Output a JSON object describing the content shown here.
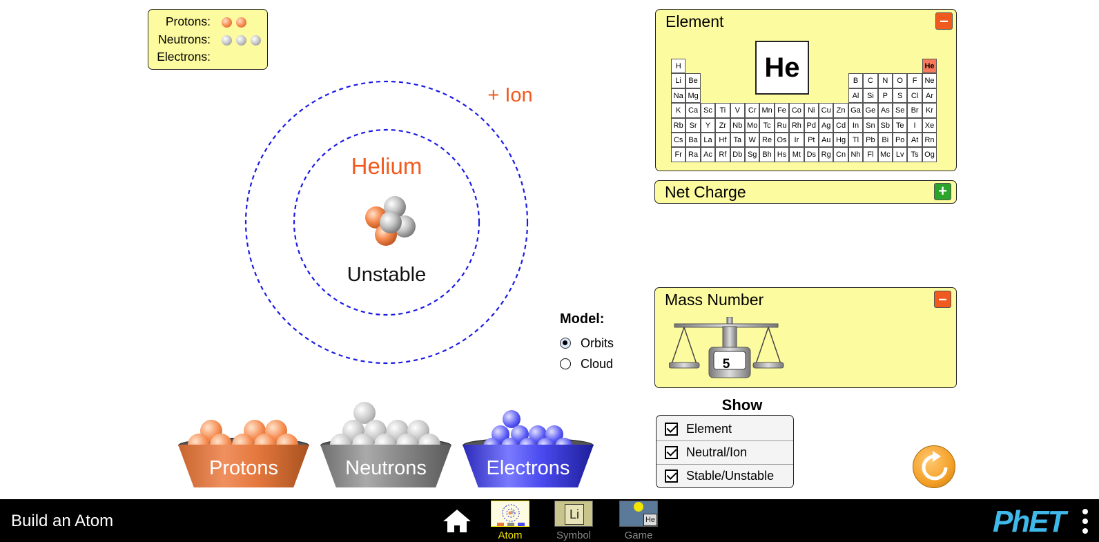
{
  "counts": {
    "protons_label": "Protons:",
    "neutrons_label": "Neutrons:",
    "electrons_label": "Electrons:",
    "protons": 2,
    "neutrons": 3,
    "electrons": 0
  },
  "atom": {
    "element_name": "Helium",
    "stability": "Unstable",
    "ion_label": "+ Ion"
  },
  "buckets": {
    "protons": "Protons",
    "neutrons": "Neutrons",
    "electrons": "Electrons"
  },
  "model": {
    "title": "Model:",
    "options": [
      "Orbits",
      "Cloud"
    ],
    "selected": "Orbits"
  },
  "element_panel": {
    "title": "Element",
    "symbol": "He",
    "active_element": "He",
    "collapse_icon": "minus-icon"
  },
  "periodic_table": {
    "rows": [
      [
        "H",
        "",
        "",
        "",
        "",
        "",
        "",
        "",
        "",
        "",
        "",
        "",
        "",
        "",
        "",
        "",
        "",
        "He"
      ],
      [
        "Li",
        "Be",
        "",
        "",
        "",
        "",
        "",
        "",
        "",
        "",
        "",
        "",
        "B",
        "C",
        "N",
        "O",
        "F",
        "Ne"
      ],
      [
        "Na",
        "Mg",
        "",
        "",
        "",
        "",
        "",
        "",
        "",
        "",
        "",
        "",
        "Al",
        "Si",
        "P",
        "S",
        "Cl",
        "Ar"
      ],
      [
        "K",
        "Ca",
        "Sc",
        "Ti",
        "V",
        "Cr",
        "Mn",
        "Fe",
        "Co",
        "Ni",
        "Cu",
        "Zn",
        "Ga",
        "Ge",
        "As",
        "Se",
        "Br",
        "Kr"
      ],
      [
        "Rb",
        "Sr",
        "Y",
        "Zr",
        "Nb",
        "Mo",
        "Tc",
        "Ru",
        "Rh",
        "Pd",
        "Ag",
        "Cd",
        "In",
        "Sn",
        "Sb",
        "Te",
        "I",
        "Xe"
      ],
      [
        "Cs",
        "Ba",
        "La",
        "Hf",
        "Ta",
        "W",
        "Re",
        "Os",
        "Ir",
        "Pt",
        "Au",
        "Hg",
        "Tl",
        "Pb",
        "Bi",
        "Po",
        "At",
        "Rn"
      ],
      [
        "Fr",
        "Ra",
        "Ac",
        "Rf",
        "Db",
        "Sg",
        "Bh",
        "Hs",
        "Mt",
        "Ds",
        "Rg",
        "Cn",
        "Nh",
        "Fl",
        "Mc",
        "Lv",
        "Ts",
        "Og"
      ]
    ]
  },
  "net_charge": {
    "title": "Net Charge",
    "expand_icon": "plus-icon"
  },
  "mass_panel": {
    "title": "Mass Number",
    "value": "5",
    "collapse_icon": "minus-icon"
  },
  "show": {
    "title": "Show",
    "items": [
      "Element",
      "Neutral/Ion",
      "Stable/Unstable"
    ],
    "checked": [
      true,
      true,
      true
    ]
  },
  "navbar": {
    "app_title": "Build an Atom",
    "tabs": [
      "Atom",
      "Symbol",
      "Game"
    ],
    "active_tab": "Atom",
    "symbol_thumb_text": "Li",
    "game_thumb_text": "He",
    "logo": "PhET"
  },
  "colors": {
    "proton": "#f58a4e",
    "neutron": "#c4c4c4",
    "electron": "#5a5af5",
    "orbit": "#1a1ae6",
    "accent": "#f05a1e",
    "panel": "#fdfb9f"
  }
}
